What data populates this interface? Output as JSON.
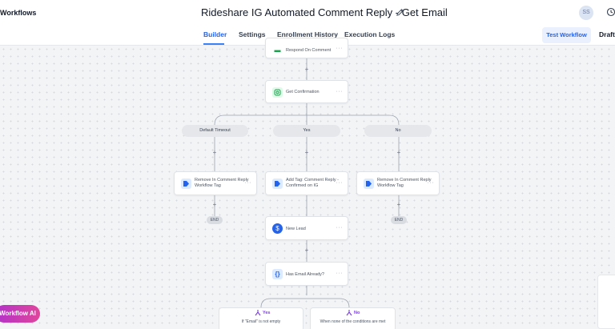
{
  "header": {
    "back_label": "Workflows",
    "title": "Rideshare IG Automated Comment Reply - Get Email",
    "avatar_initials": "SS"
  },
  "tabs": [
    {
      "label": "Builder",
      "active": true
    },
    {
      "label": "Settings",
      "active": false
    },
    {
      "label": "Enrollment History",
      "active": false
    },
    {
      "label": "Execution Logs",
      "active": false
    }
  ],
  "actions": {
    "test_label": "Test Workflow",
    "status_label": "Draft"
  },
  "nodes": {
    "respond_on_comment": {
      "label": "Respond On Comment",
      "icon": "comment-icon",
      "color": "#16a34a"
    },
    "get_confirmation": {
      "label": "Get Confirmation",
      "icon": "instagram-icon",
      "color": "#16a34a"
    },
    "remove_tag_left": {
      "label_line1": "Remove In Comment Reply",
      "label_line2": "Workflow Tag",
      "icon": "tag-icon",
      "color": "#2563eb"
    },
    "add_tag": {
      "label_line1": "Add Tag: Comment Reply -",
      "label_line2": "Confirmed on IG",
      "icon": "tag-icon",
      "color": "#2563eb"
    },
    "remove_tag_right": {
      "label_line1": "Remove In Comment Reply",
      "label_line2": "Workflow Tag",
      "icon": "tag-icon",
      "color": "#2563eb"
    },
    "new_lead": {
      "label": "New Lead",
      "icon": "dollar-icon",
      "color": "#2563eb"
    },
    "has_email": {
      "label": "Has Email Already?",
      "icon": "braces-icon",
      "color": "#2563eb"
    }
  },
  "node_menu_glyph": "···",
  "branches": {
    "timeout": "Default Timeout",
    "yes": "Yes",
    "no": "No"
  },
  "end_label": "END",
  "plus_glyph": "+",
  "conditions": [
    {
      "label": "Yes",
      "text": "If \"Email\" is not empty"
    },
    {
      "label": "No",
      "text": "When none of the conditions are met"
    }
  ],
  "ai_label": "Workflow AI"
}
